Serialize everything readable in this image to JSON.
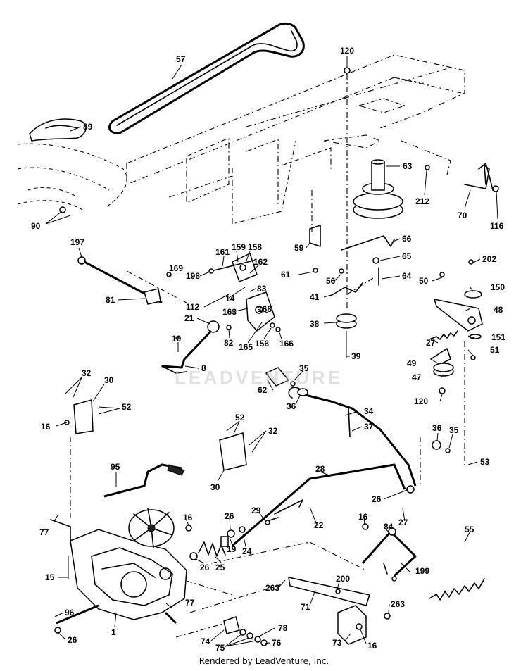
{
  "watermark": "LEADVENTURE",
  "footer": "Rendered by LeadVenture, Inc.",
  "callouts": {
    "57": "57",
    "89": "89",
    "90": "90",
    "120a": "120",
    "63": "63",
    "212": "212",
    "70": "70",
    "116": "116",
    "197": "197",
    "161": "161",
    "159": "159",
    "158": "158",
    "169": "169",
    "198": "198",
    "162": "162",
    "59": "59",
    "66": "66",
    "65": "65",
    "61": "61",
    "56": "56",
    "64": "64",
    "202": "202",
    "81": "81",
    "14": "14",
    "83": "83",
    "112": "112",
    "163": "163",
    "41": "41",
    "50": "50",
    "150": "150",
    "48": "48",
    "21": "21",
    "168": "168",
    "38": "38",
    "82": "82",
    "165": "165",
    "156": "156",
    "166": "166",
    "27a": "27",
    "151": "151",
    "10": "10",
    "51": "51",
    "39": "39",
    "49": "49",
    "8": "8",
    "35a": "35",
    "47": "47",
    "32a": "32",
    "30a": "30",
    "62": "62",
    "36a": "36",
    "120b": "120",
    "52a": "52",
    "16a": "16",
    "34": "34",
    "52b": "52",
    "32b": "32",
    "37": "37",
    "36b": "36",
    "35b": "35",
    "95": "95",
    "30b": "30",
    "53": "53",
    "28": "28",
    "26a": "26",
    "29": "29",
    "16b": "16",
    "26b": "26",
    "27b": "27",
    "77a": "77",
    "22": "22",
    "16c": "16",
    "84": "84",
    "19": "19",
    "24": "24",
    "26c": "26",
    "25": "25",
    "55": "55",
    "15": "15",
    "199": "199",
    "200": "200",
    "263a": "263",
    "263b": "263",
    "96": "96",
    "77b": "77",
    "71": "71",
    "1": "1",
    "78": "78",
    "26d": "26",
    "74": "74",
    "75": "75",
    "76": "76",
    "73": "73",
    "16d": "16"
  }
}
